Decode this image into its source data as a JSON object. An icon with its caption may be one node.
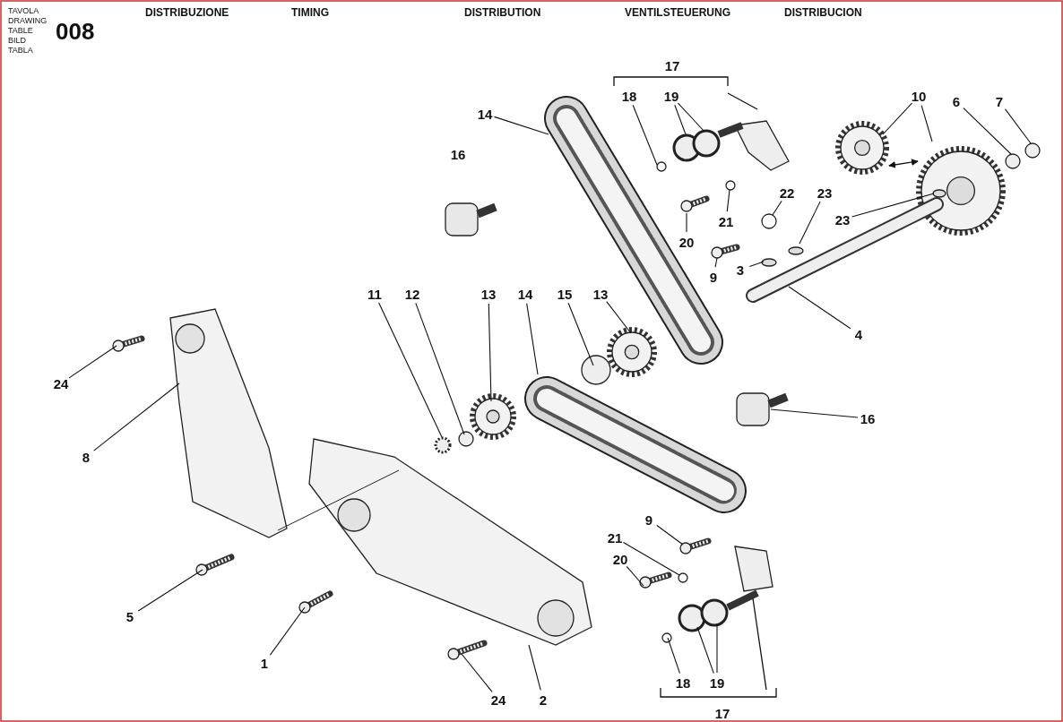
{
  "diagram": {
    "nodes": [
      {
        "text": [
          "18"
        ]
      },
      {
        "text": [
          "19"
        ]
      },
      {
        "text": [
          "14"
        ]
      },
      {
        "text": [
          "10"
        ]
      },
      {
        "text": [
          "6"
        ]
      },
      {
        "text": [
          "7"
        ]
      },
      {
        "text": [
          "22"
        ]
      },
      {
        "text": [
          "23"
        ]
      },
      {
        "text": [
          "23"
        ]
      },
      {
        "text": [
          "21"
        ]
      },
      {
        "text": [
          "20"
        ]
      },
      {
        "text": [
          "9"
        ]
      },
      {
        "text": [
          "3"
        ]
      },
      {
        "text": [
          "4"
        ]
      },
      {
        "text": [
          "11"
        ]
      },
      {
        "text": [
          "12"
        ]
      },
      {
        "text": [
          "13"
        ]
      },
      {
        "text": [
          "14"
        ]
      },
      {
        "text": [
          "15"
        ]
      },
      {
        "text": [
          "13"
        ]
      },
      {
        "text": [
          "24"
        ]
      },
      {
        "text": [
          "8"
        ]
      },
      {
        "text": [
          "16"
        ]
      },
      {
        "text": [
          "9"
        ]
      },
      {
        "text": [
          "21"
        ]
      },
      {
        "text": [
          "20"
        ]
      },
      {
        "text": [
          "5"
        ]
      },
      {
        "text": [
          "1"
        ]
      },
      {
        "text": [
          "24"
        ]
      },
      {
        "text": [
          "2"
        ]
      },
      {
        "text": [
          "18"
        ]
      },
      {
        "text": [
          "19"
        ]
      }
    ],
    "edges": [
      {
        "from": 0,
        "to": null,
        "arrow": "none"
      },
      {
        "from": 1,
        "to": null,
        "arrow": "none"
      },
      {
        "from": 1,
        "to": null,
        "arrow": "none"
      },
      {
        "from": 2,
        "to": null,
        "arrow": "none"
      },
      {
        "from": 3,
        "to": null,
        "arrow": "none"
      },
      {
        "from": 3,
        "to": null,
        "arrow": "none"
      },
      {
        "from": 4,
        "to": null,
        "arrow": "none"
      },
      {
        "from": 5,
        "to": null,
        "arrow": "none"
      },
      {
        "from": 6,
        "to": null,
        "arrow": "none"
      },
      {
        "from": 7,
        "to": null,
        "arrow": "none"
      },
      {
        "from": 8,
        "to": null,
        "arrow": "none"
      },
      {
        "from": 9,
        "to": null,
        "arrow": "none"
      },
      {
        "from": 10,
        "to": null,
        "arrow": "none"
      },
      {
        "from": 11,
        "to": null,
        "arrow": "none"
      },
      {
        "from": 12,
        "to": null,
        "arrow": "none"
      },
      {
        "from": 13,
        "to": null,
        "arrow": "none"
      },
      {
        "from": 14,
        "to": null,
        "arrow": "none"
      },
      {
        "from": 15,
        "to": null,
        "arrow": "none"
      },
      {
        "from": 16,
        "to": null,
        "arrow": "none"
      },
      {
        "from": 17,
        "to": null,
        "arrow": "none"
      },
      {
        "from": 18,
        "to": null,
        "arrow": "none"
      },
      {
        "from": 19,
        "to": null,
        "arrow": "none"
      },
      {
        "from": 20,
        "to": null,
        "arrow": "none"
      },
      {
        "from": 21,
        "to": null,
        "arrow": "none"
      },
      {
        "from": 22,
        "to": null,
        "arrow": "none"
      },
      {
        "from": 23,
        "to": null,
        "arrow": "none"
      },
      {
        "from": 24,
        "to": null,
        "arrow": "none"
      },
      {
        "from": 25,
        "to": null,
        "arrow": "none"
      },
      {
        "from": 26,
        "to": null,
        "arrow": "none"
      },
      {
        "from": 27,
        "to": null,
        "arrow": "none"
      },
      {
        "from": 28,
        "to": null,
        "arrow": "none"
      },
      {
        "from": 29,
        "to": null,
        "arrow": "none"
      },
      {
        "from": 30,
        "to": null,
        "arrow": "none"
      },
      {
        "from": 31,
        "to": null,
        "arrow": "none"
      },
      {
        "from": 31,
        "to": null,
        "arrow": "none"
      }
    ],
    "labels": [
      "TAVOLA",
      "DRAWING",
      "TABLE",
      "BILD",
      "TABLA",
      "008",
      "DISTRIBUZIONE",
      "TIMING",
      "DISTRIBUTION",
      "VENTILSTEUERUNG",
      "DISTRIBUCION",
      "17",
      "16",
      "17"
    ]
  }
}
